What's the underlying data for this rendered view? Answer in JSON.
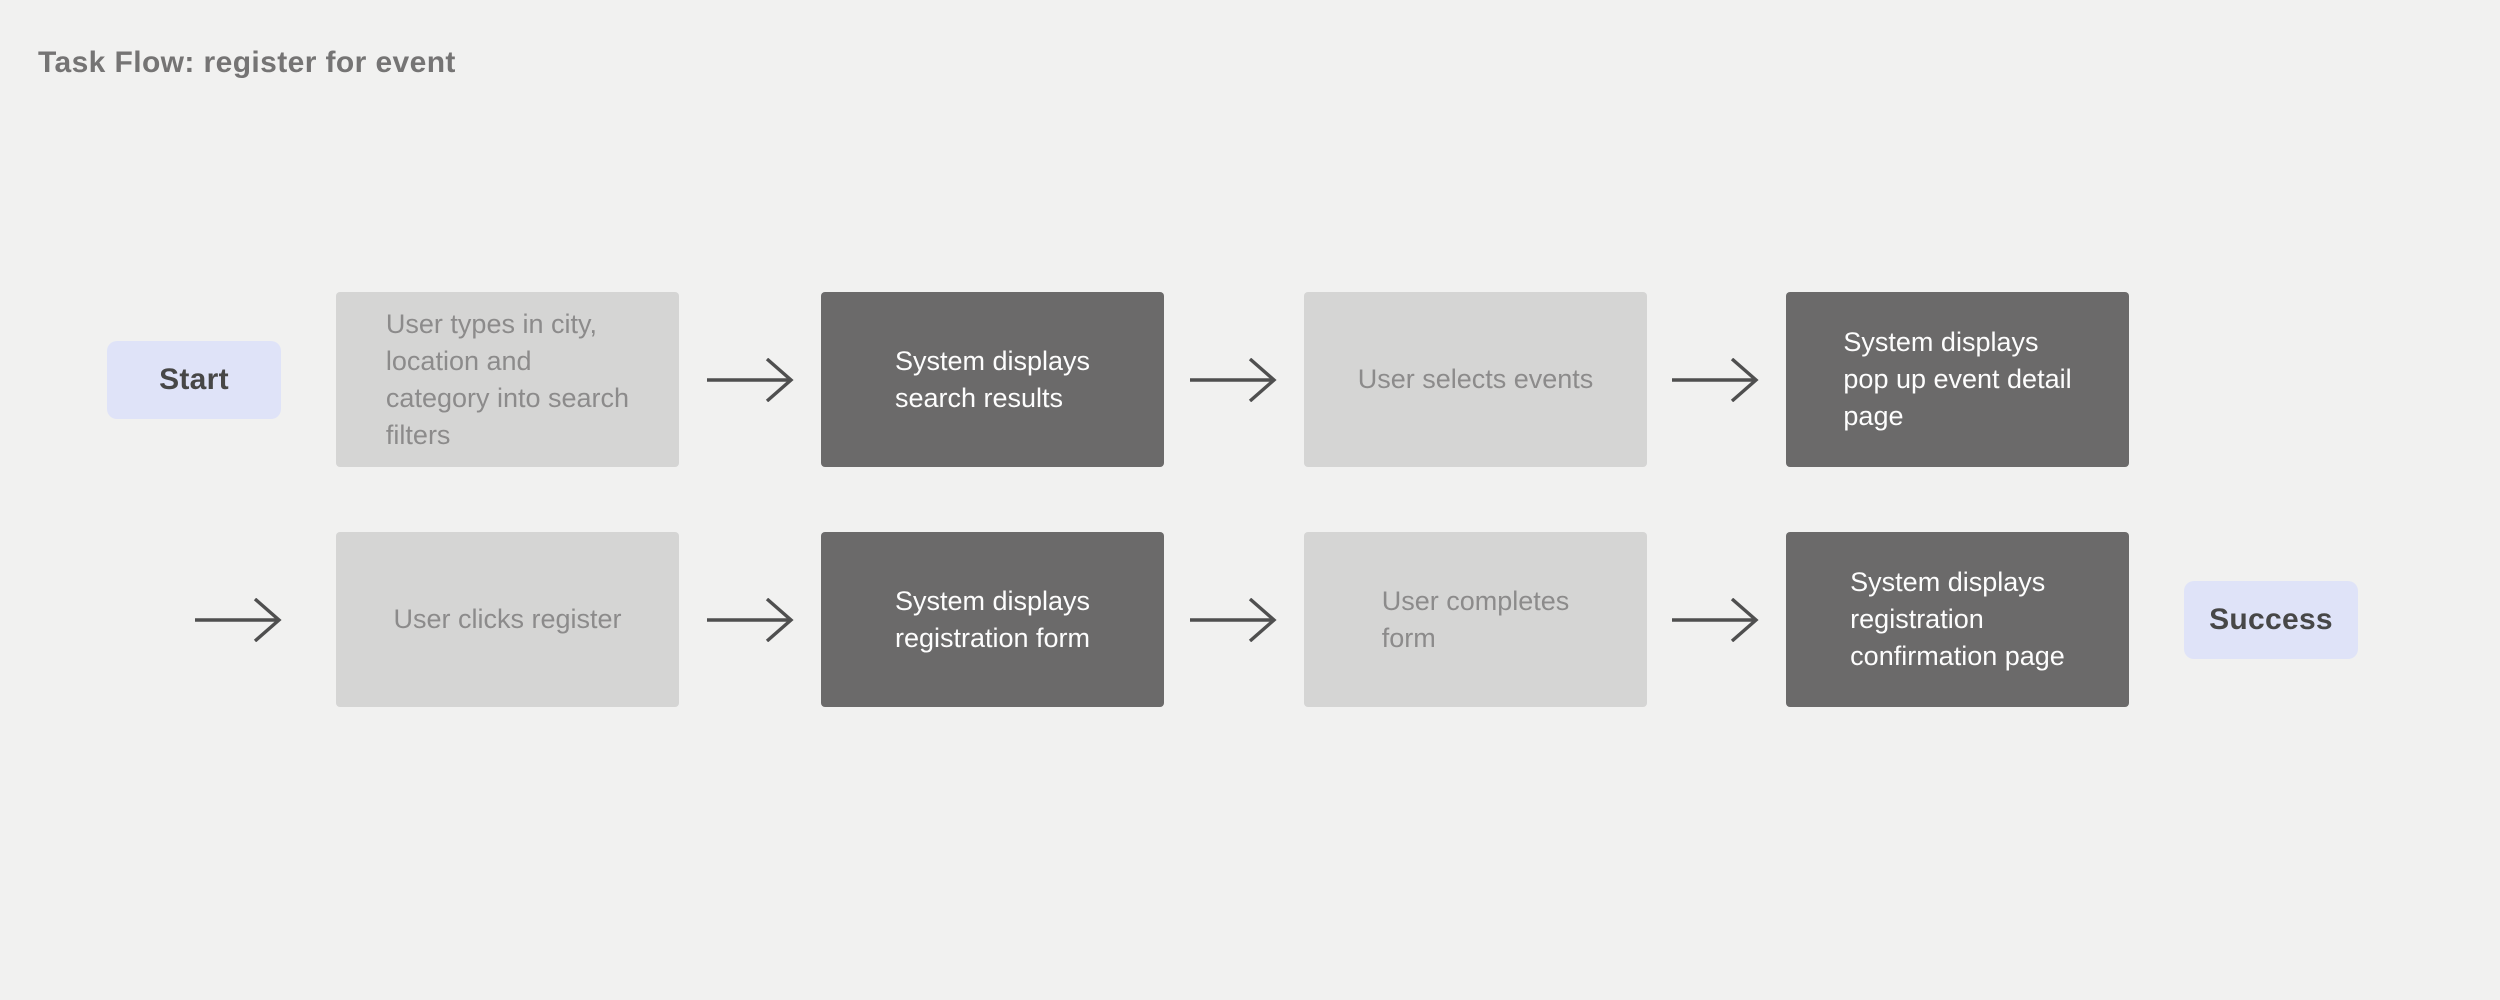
{
  "page": {
    "title": "Task Flow: register for event"
  },
  "flow": {
    "start": {
      "label": "Start"
    },
    "success": {
      "label": "Success"
    },
    "row1": {
      "steps": [
        {
          "kind": "user",
          "text": "User types in city,\nlocation and\ncategory into search\nfilters"
        },
        {
          "kind": "system",
          "text": "System displays\nsearch results"
        },
        {
          "kind": "user",
          "text": "User selects events"
        },
        {
          "kind": "system",
          "text": "System displays\npop up event detail\npage"
        }
      ]
    },
    "row2": {
      "steps": [
        {
          "kind": "user",
          "text": "User clicks register"
        },
        {
          "kind": "system",
          "text": "System displays\nregistration form"
        },
        {
          "kind": "user",
          "text": "User completes\nform"
        },
        {
          "kind": "system",
          "text": "System displays\nregistration\nconfirmation page"
        }
      ]
    },
    "icons": {
      "connector": "arrow-right"
    }
  },
  "colors": {
    "background": "#f1f1f0",
    "user_box": "#d5d5d4",
    "user_text": "#8c8b8b",
    "system_box": "#6b6a6a",
    "system_text": "#fdfdfd",
    "terminal_bg": "#dfe3f8",
    "terminal_text": "#474747",
    "arrow": "#4f4f4f",
    "title_text": "#757474"
  }
}
